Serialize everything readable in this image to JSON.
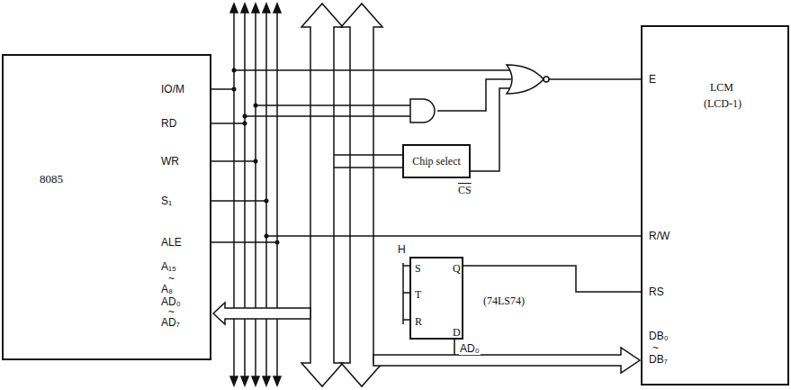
{
  "diagram": {
    "nodes": [
      {
        "text": [
          "8085"
        ]
      },
      {
        "text": [
          "Chip select",
          "CS"
        ]
      },
      {
        "text": [
          "S",
          "T",
          "R",
          "Q",
          "D",
          "(74LS74)"
        ]
      },
      {
        "text": [
          "LCM",
          "(LCD-1)"
        ]
      }
    ],
    "edges": [
      {
        "from": 2,
        "to": 3,
        "arrow": "none"
      }
    ],
    "labels": [
      "IO/M",
      "RD",
      "WR",
      "S₁",
      "ALE",
      "A₁₅",
      "~",
      "A₈",
      "AD₀",
      "~",
      "AD₇",
      "H",
      "AD₀",
      "E",
      "R/W",
      "RS",
      "DB₀",
      "~",
      "DB₇"
    ]
  }
}
